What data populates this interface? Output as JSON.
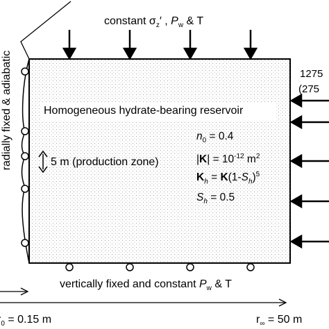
{
  "top_bc": {
    "prefix": "constant σ",
    "sub": "z",
    "suffix": "′ , ",
    "pw": "P",
    "pw_sub": "w",
    "tail": " & T"
  },
  "left_bc": "radially fixed & adiabatic",
  "reservoir_title": "Homogeneous hydrate-bearing reservoir",
  "production_zone": "5 m (production zone)",
  "props": {
    "n0_sym": "n",
    "n0_sub": "0",
    "n0_val": " = 0.4",
    "k_pre": "|",
    "k_sym": "K",
    "k_mid": "| = 10",
    "k_exp": "-12",
    "k_unit": " m",
    "k_unit_exp": "2",
    "kh_sym": "K",
    "kh_sub": "h",
    "kh_eq": " = ",
    "kh_K": "K",
    "kh_paren": "(1-",
    "kh_S": "S",
    "kh_Ssub": "h",
    "kh_close": ")",
    "kh_exp": "5",
    "sh_sym": "S",
    "sh_sub": "h",
    "sh_val": " = 0.5"
  },
  "right_labels": {
    "line1": "1275",
    "line2": "(275"
  },
  "bottom_bc": {
    "text": "vertically fixed and constant ",
    "pw": "P",
    "pw_sub": "w",
    "tail": " & T"
  },
  "r0_label": {
    "sym": "r",
    "sub": "0",
    "val": " = 0.15 m"
  },
  "rinf_label": {
    "sym": "r",
    "sub": "∞",
    "val": " = 50 m"
  }
}
